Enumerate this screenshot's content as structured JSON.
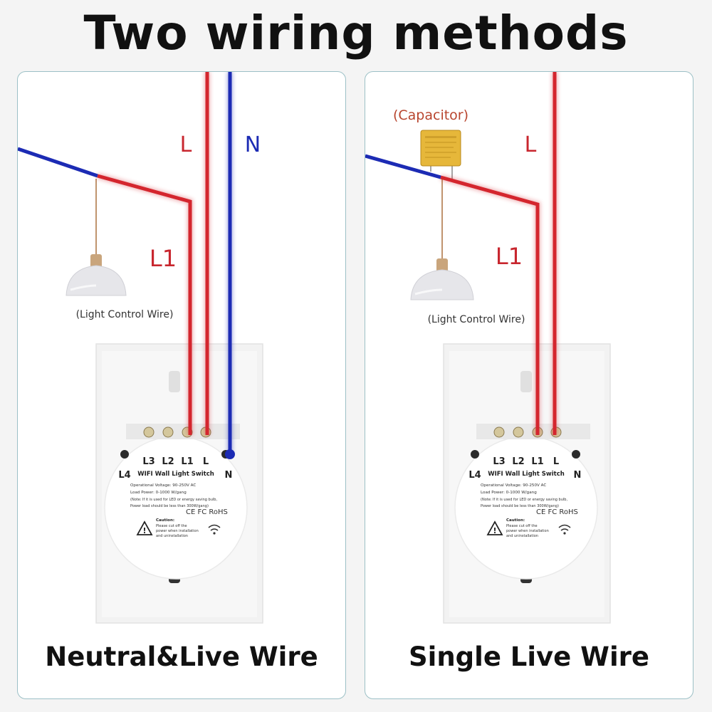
{
  "title": "Two wiring methods",
  "panels": [
    {
      "caption": "Neutral&Live Wire",
      "label_l": "L",
      "label_n": "N",
      "label_l1": "L1",
      "lamp_note": "(Light Control Wire)",
      "switch": {
        "terminals": [
          "L3",
          "L2",
          "L1",
          "L"
        ],
        "l4": "L4",
        "n": "N",
        "product": "WIFI Wall Light Switch",
        "spec_voltage": "Operational Voltage: 90-250V AC",
        "spec_load": "Load Power: 0-1000 W/gang",
        "spec_note1": "(Note: If it is used for LED or energy saving bulb,",
        "spec_note2": "Power load should be less than 300W/gang)",
        "certs": "CE FC RoHS",
        "caution_title": "Caution:",
        "caution_1": "Please cut off the",
        "caution_2": "power when installation",
        "caution_3": "and uninstallation"
      }
    },
    {
      "caption": "Single Live Wire",
      "label_l": "L",
      "label_l1": "L1",
      "capacitor": "(Capacitor)",
      "lamp_note": "(Light Control Wire)",
      "switch": {
        "terminals": [
          "L3",
          "L2",
          "L1",
          "L"
        ],
        "l4": "L4",
        "n": "N",
        "product": "WIFI Wall Light Switch",
        "spec_voltage": "Operational Voltage: 90-250V AC",
        "spec_load": "Load Power: 0-1000 W/gang",
        "spec_note1": "(Note: If it is used for LED or energy saving bulb,",
        "spec_note2": "Power load should be less than 300W/gang)",
        "certs": "CE FC RoHS",
        "caution_title": "Caution:",
        "caution_1": "Please cut off the",
        "caution_2": "power when installation",
        "caution_3": "and uninstallation"
      }
    }
  ],
  "colors": {
    "live_wire": "#d4262e",
    "neutral_wire": "#1c2bb4",
    "label_red": "#c8262e",
    "label_blue": "#1c2bb4",
    "lamp_shade": "#e6e6ea",
    "lamp_cap": "#c9a57c",
    "capacitor": "#e6b73a",
    "panel_border": "#9cc0c6"
  }
}
